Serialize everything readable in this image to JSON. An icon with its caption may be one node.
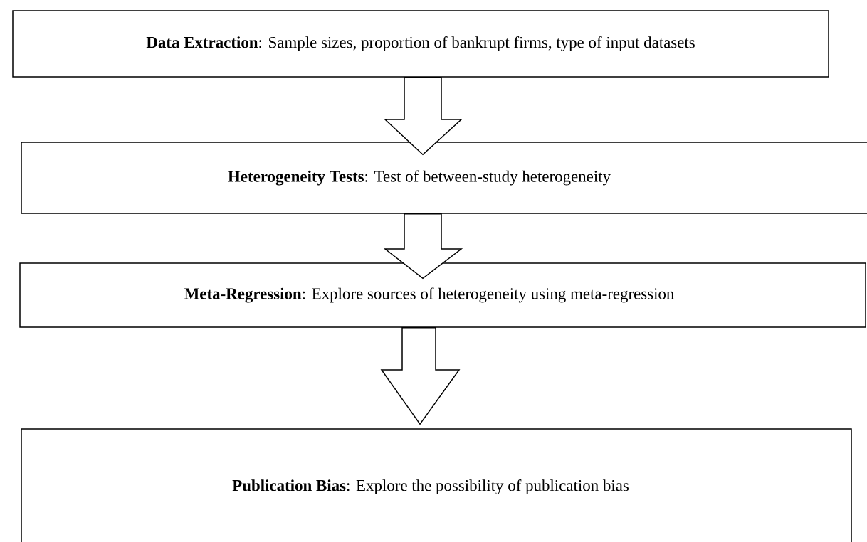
{
  "diagram": {
    "nodes": [
      {
        "text": [
          "**Data Extraction**: Sample sizes, proportion of bankrupt firms, type of input datasets"
        ]
      },
      {
        "text": [
          "**Heterogeneity Tests**: Test of between-study heterogeneity"
        ]
      },
      {
        "text": [
          "**Meta-Regression**: Explore sources of heterogeneity using meta-regression"
        ]
      },
      {
        "text": [
          "**Publication Bias**: Explore the possibility of publication bias"
        ]
      }
    ],
    "edges": [
      {
        "from": 0,
        "to": 1,
        "arrow": "to"
      },
      {
        "from": 1,
        "to": 2,
        "arrow": "to"
      },
      {
        "from": 2,
        "to": 3,
        "arrow": "to"
      }
    ]
  }
}
